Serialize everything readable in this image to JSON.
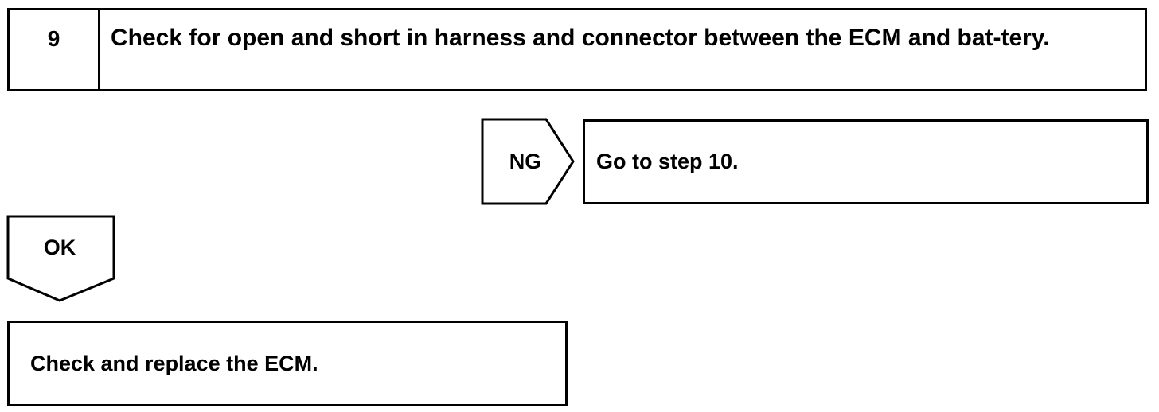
{
  "step": {
    "number": "9",
    "title": "Check for open and short in harness and connector between the ECM and bat-tery."
  },
  "ng_branch": {
    "label": "NG",
    "result": "Go to step 10."
  },
  "ok_branch": {
    "label": "OK",
    "action": "Check and replace the ECM."
  },
  "colors": {
    "line": "#000000",
    "background": "#ffffff"
  }
}
